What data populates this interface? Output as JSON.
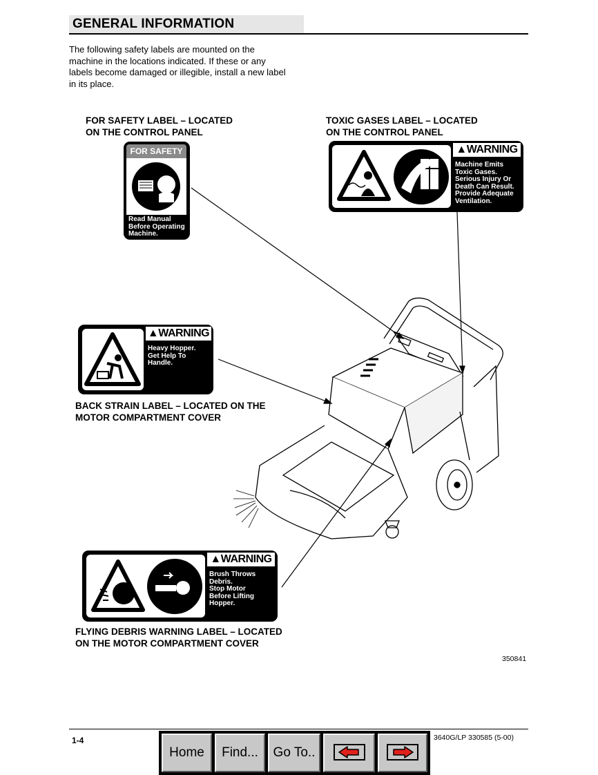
{
  "header": {
    "title": "GENERAL INFORMATION"
  },
  "intro": "The following safety labels are mounted on the machine in the locations indicated. If these or any labels become damaged or illegible, install a new label in its place.",
  "captions": {
    "for_safety": "FOR SAFETY LABEL – LOCATED\nON THE CONTROL PANEL",
    "toxic_gases": "TOXIC GASES LABEL – LOCATED\nON THE CONTROL PANEL",
    "back_strain": "BACK STRAIN LABEL – LOCATED ON THE\nMOTOR COMPARTMENT COVER",
    "flying_debris": "FLYING DEBRIS WARNING LABEL – LOCATED\nON THE MOTOR COMPARTMENT COVER"
  },
  "labels": {
    "for_safety": {
      "header": "FOR SAFETY",
      "text": "Read Manual\nBefore Operating\nMachine."
    },
    "toxic_gases": {
      "header": "▲WARNING",
      "text": "Machine Emits\nToxic Gases.\nSerious Injury Or\nDeath Can Result.\nProvide Adequate\nVentilation."
    },
    "back_strain": {
      "header": "▲WARNING",
      "text": "Heavy Hopper.\nGet Help To\nHandle."
    },
    "flying_debris": {
      "header": "▲WARNING",
      "text": "Brush Throws\nDebris.\nStop Motor\nBefore Lifting\nHopper."
    }
  },
  "figure_number": "350841",
  "footer": {
    "page_number": "1-4",
    "doc_ref": "3640G/LP 330585 (5-00)"
  },
  "nav": {
    "home": "Home",
    "find": "Find...",
    "goto": "Go To..",
    "prev_icon": "left-arrow-icon",
    "next_icon": "right-arrow-icon"
  },
  "colors": {
    "header_bar": "#e6e6e6",
    "nav_button": "#c8c8c8",
    "arrow_fill": "#e0201b"
  }
}
